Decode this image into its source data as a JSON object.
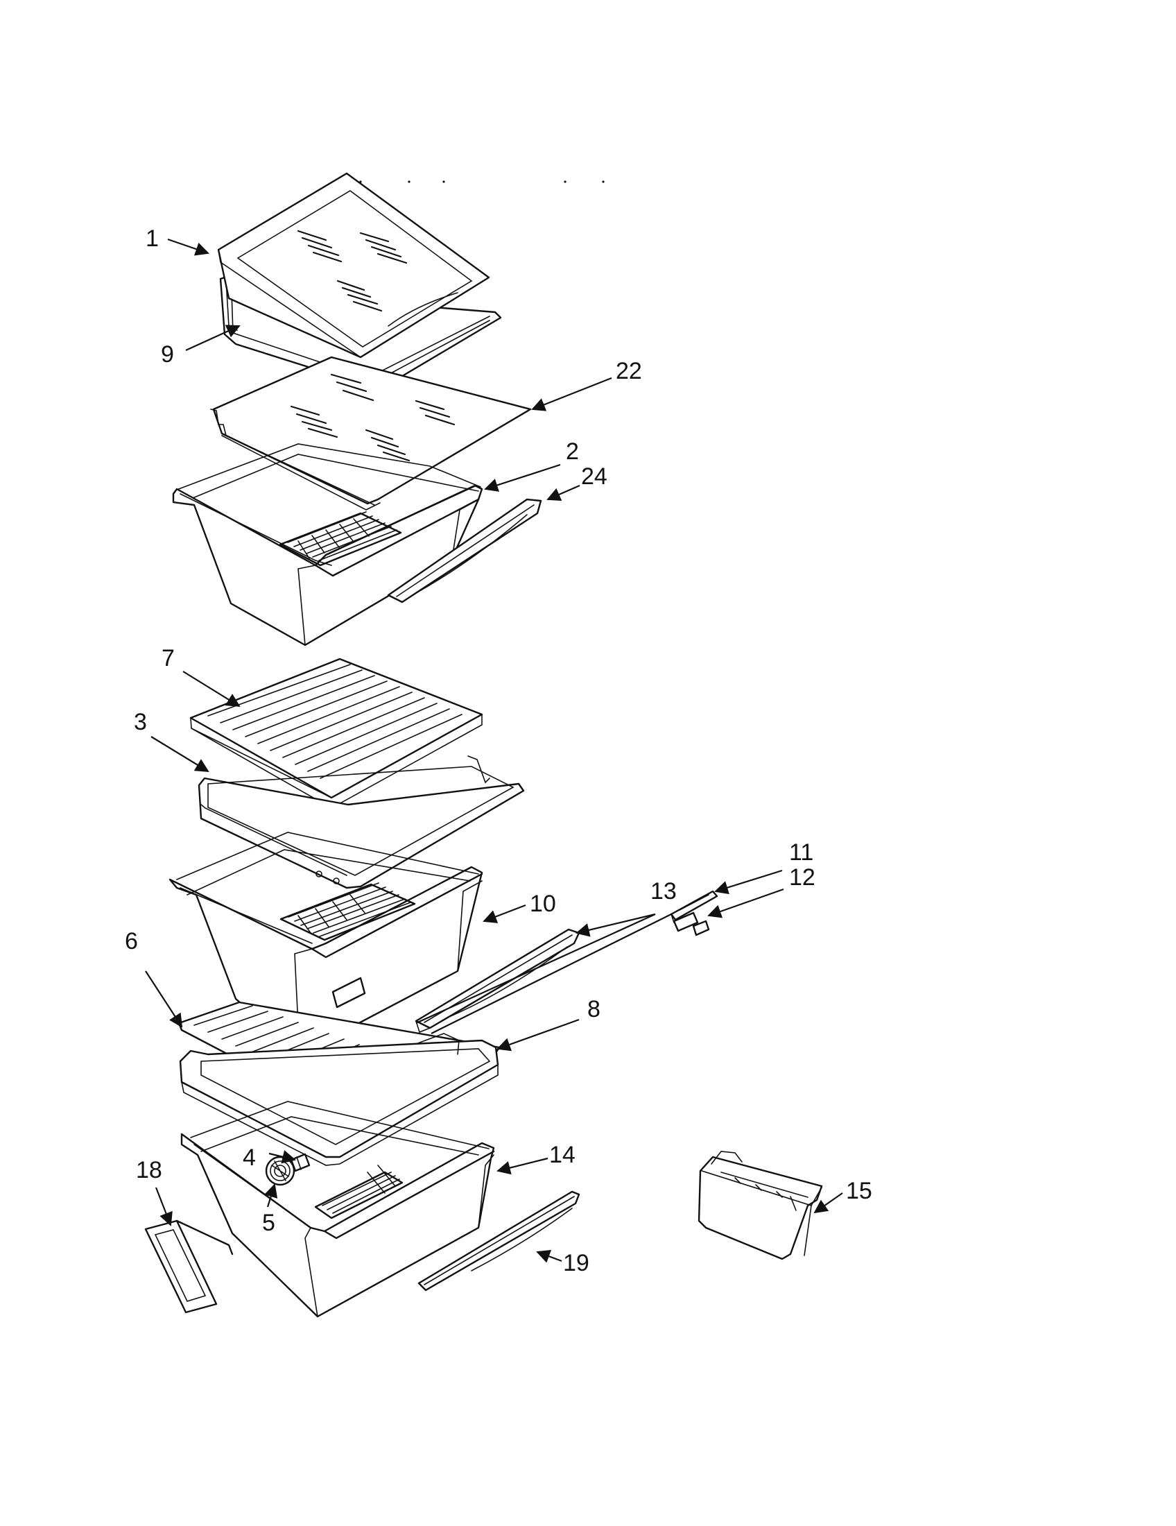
{
  "callouts": [
    {
      "id": "1",
      "label": "1"
    },
    {
      "id": "9",
      "label": "9"
    },
    {
      "id": "22",
      "label": "22"
    },
    {
      "id": "2",
      "label": "2"
    },
    {
      "id": "24",
      "label": "24"
    },
    {
      "id": "7",
      "label": "7"
    },
    {
      "id": "3",
      "label": "3"
    },
    {
      "id": "11",
      "label": "11"
    },
    {
      "id": "12",
      "label": "12"
    },
    {
      "id": "13",
      "label": "13"
    },
    {
      "id": "10",
      "label": "10"
    },
    {
      "id": "6",
      "label": "6"
    },
    {
      "id": "8",
      "label": "8"
    },
    {
      "id": "4",
      "label": "4"
    },
    {
      "id": "14",
      "label": "14"
    },
    {
      "id": "18",
      "label": "18"
    },
    {
      "id": "5",
      "label": "5"
    },
    {
      "id": "15",
      "label": "15"
    },
    {
      "id": "19",
      "label": "19"
    }
  ],
  "colors": {
    "line": "#111111",
    "background": "#ffffff"
  }
}
